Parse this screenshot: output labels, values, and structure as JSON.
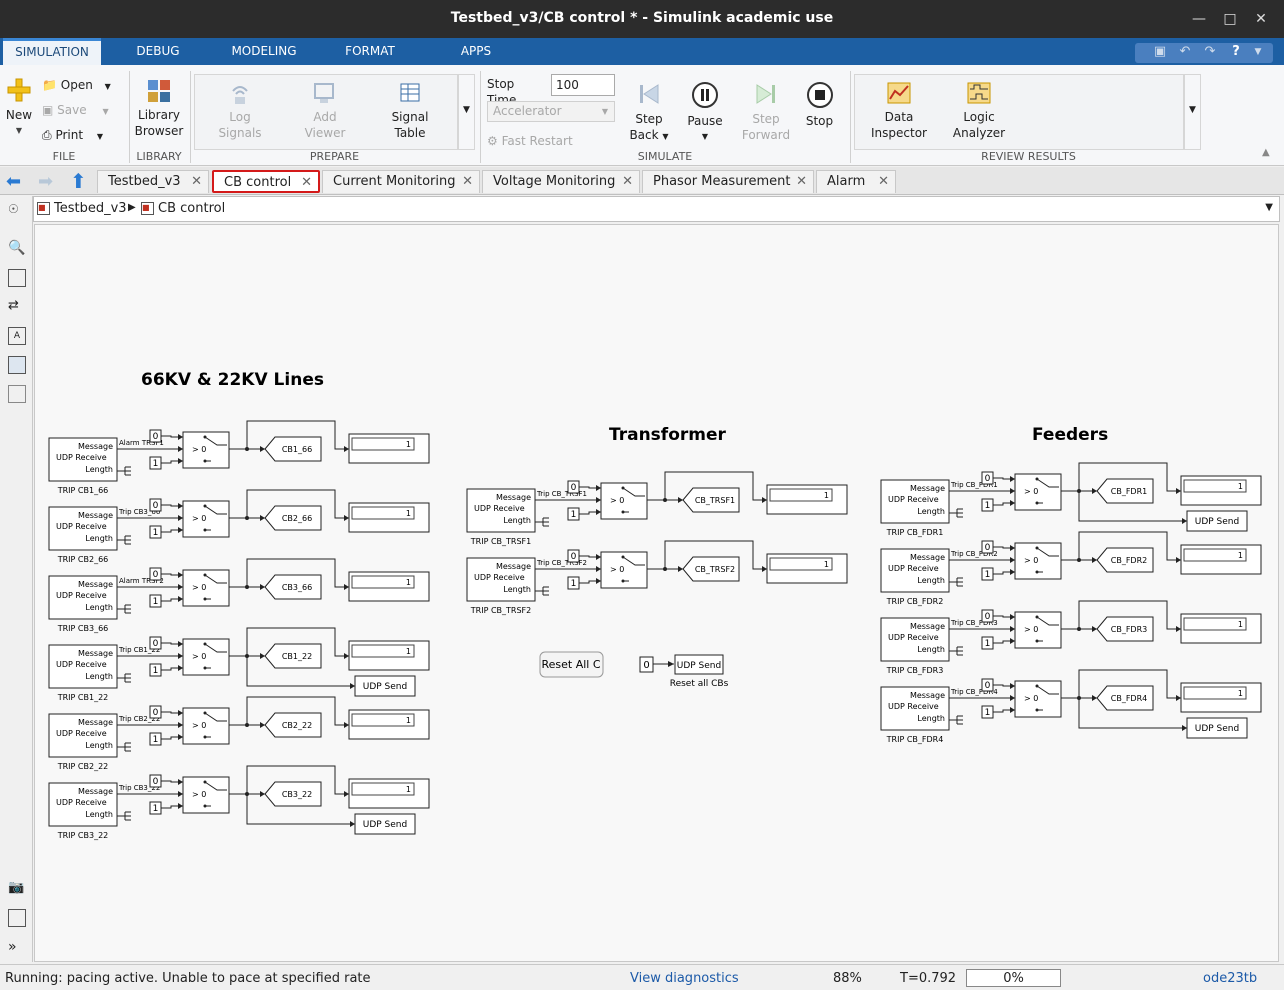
{
  "window": {
    "title": "Testbed_v3/CB control * - Simulink academic use"
  },
  "menu": {
    "tabs": [
      "SIMULATION",
      "DEBUG",
      "MODELING",
      "FORMAT",
      "APPS"
    ]
  },
  "ribbon": {
    "file": {
      "new": "New",
      "open": "Open",
      "save": "Save",
      "print": "Print",
      "label": "FILE"
    },
    "library": {
      "browser1": "Library",
      "browser2": "Browser",
      "label": "LIBRARY"
    },
    "prepare": {
      "log1": "Log",
      "log2": "Signals",
      "add1": "Add",
      "add2": "Viewer",
      "sig1": "Signal",
      "sig2": "Table",
      "label": "PREPARE"
    },
    "simulate": {
      "stop_time_label": "Stop Time",
      "stop_time": "100",
      "accelerator": "Accelerator",
      "fast_restart": "Fast Restart",
      "stepback1": "Step",
      "stepback2": "Back",
      "pause": "Pause",
      "stepfwd1": "Step",
      "stepfwd2": "Forward",
      "stop": "Stop",
      "label": "SIMULATE"
    },
    "review": {
      "data1": "Data",
      "data2": "Inspector",
      "logic1": "Logic",
      "logic2": "Analyzer",
      "label": "REVIEW RESULTS"
    }
  },
  "tabs": [
    "Testbed_v3",
    "CB control",
    "Current Monitoring",
    "Voltage Monitoring",
    "Phasor Measurement",
    "Alarm"
  ],
  "breadcrumb": {
    "root": "Testbed_v3",
    "child": "CB control"
  },
  "diagram": {
    "sections": {
      "lines": "66KV & 22KV Lines",
      "transformer": "Transformer",
      "feeders": "Feeders"
    },
    "udp_receive": {
      "message": "Message",
      "name": "UDP Receive",
      "length": "Length"
    },
    "switch_text": "> 0",
    "udp_send": "UDP Send",
    "const0": "0",
    "const1": "1",
    "lines_blocks": [
      {
        "trip": "TRIP CB1_66",
        "sig": "Alarm TRSF1",
        "goto": "CB1_66",
        "udpsend": false
      },
      {
        "trip": "TRIP CB2_66",
        "sig": "Trip CB3_66",
        "goto": "CB2_66",
        "udpsend": false
      },
      {
        "trip": "TRIP CB3_66",
        "sig": "Alarm TRSF2",
        "goto": "CB3_66",
        "udpsend": false
      },
      {
        "trip": "TRIP CB1_22",
        "sig": "Trip CB1_22",
        "goto": "CB1_22",
        "udpsend": true
      },
      {
        "trip": "TRIP CB2_22",
        "sig": "Trip CB2_22",
        "goto": "CB2_22",
        "udpsend": false
      },
      {
        "trip": "TRIP CB3_22",
        "sig": "Trip CB3_22",
        "goto": "CB3_22",
        "udpsend": true
      }
    ],
    "trsf_blocks": [
      {
        "trip": "TRIP CB_TRSF1",
        "sig": "Trip CB_TRSF1",
        "goto": "CB_TRSF1",
        "udpsend": false
      },
      {
        "trip": "TRIP CB_TRSF2",
        "sig": "Trip CB_TRSF2",
        "goto": "CB_TRSF2",
        "udpsend": false
      }
    ],
    "fdr_blocks": [
      {
        "trip": "TRIP CB_FDR1",
        "sig": "Trip CB_FDR1",
        "goto": "CB_FDR1",
        "udpsend": true
      },
      {
        "trip": "TRIP CB_FDR2",
        "sig": "Trip CB_FDR2",
        "goto": "CB_FDR2",
        "udpsend": false
      },
      {
        "trip": "TRIP CB_FDR3",
        "sig": "Trip CB_FDR3",
        "goto": "CB_FDR3",
        "udpsend": false
      },
      {
        "trip": "TRIP CB_FDR4",
        "sig": "Trip CB_FDR4",
        "goto": "CB_FDR4",
        "udpsend": true
      }
    ],
    "reset_button": "Reset All C",
    "reset_label": "Reset all CBs"
  },
  "status": {
    "message": "Running: pacing active. Unable to pace at specified rate",
    "diagnostics": "View diagnostics",
    "zoom": "88%",
    "time": "T=0.792",
    "progress": "0%",
    "progress_value": 0,
    "solver": "ode23tb"
  }
}
